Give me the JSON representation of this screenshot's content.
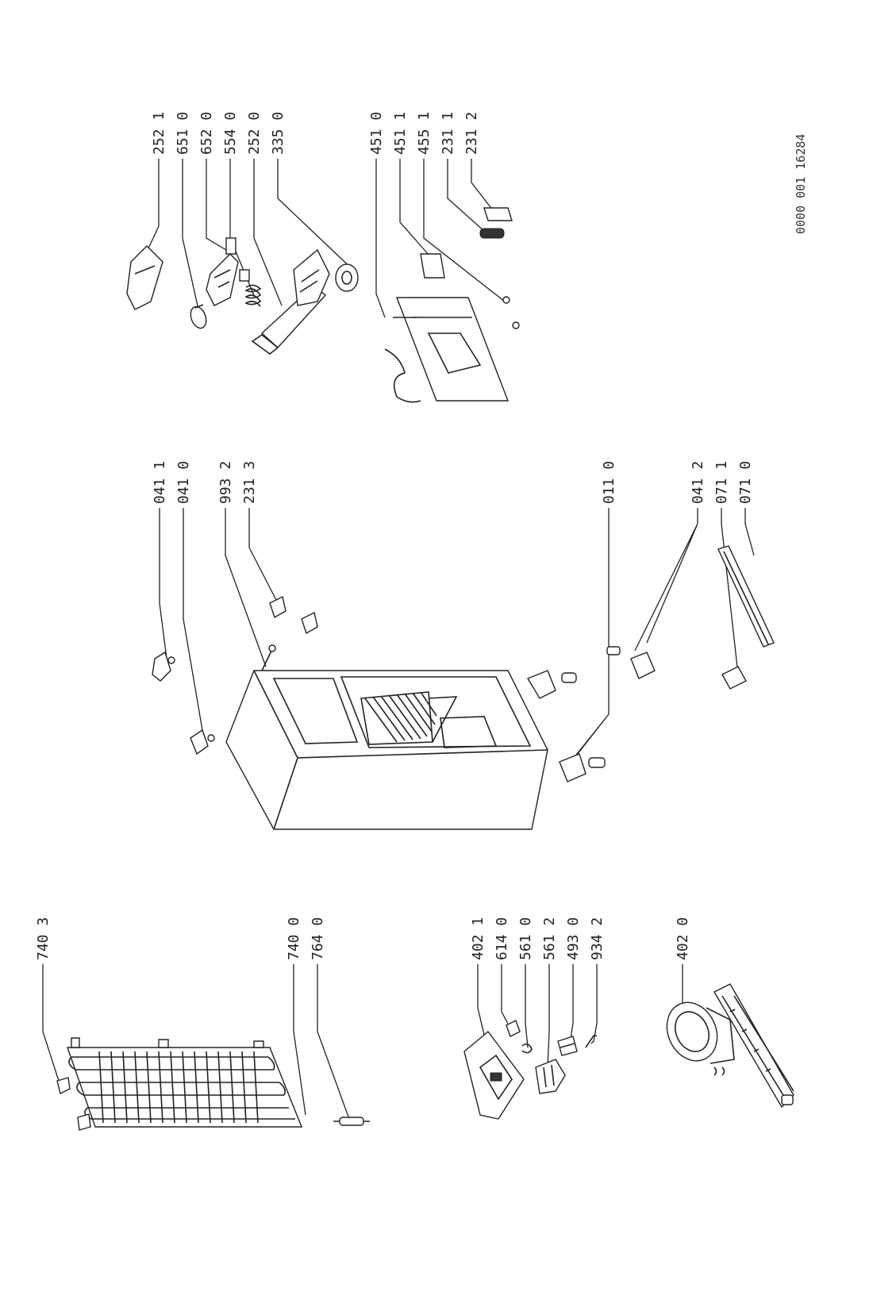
{
  "drawing_code": "0000 001  16284",
  "labels": {
    "l2521": "252 1",
    "l6510": "651 0",
    "l6520": "652 0",
    "l5540": "554 0",
    "l2520": "252 0",
    "l3350": "335 0",
    "l4510": "451 0",
    "l4511": "451 1",
    "l4551": "455 1",
    "l2311": "231 1",
    "l2312": "231 2",
    "l0411": "041 1",
    "l0410": "041 0",
    "l9932": "993 2",
    "l2313": "231 3",
    "l0110": "011 0",
    "l0412": "041 2",
    "l0711": "071 1",
    "l0710": "071 0",
    "l7403": "740 3",
    "l7400": "740 0",
    "l7640": "764 0",
    "l4021": "402 1",
    "l6140": "614 0",
    "l5610": "561 0",
    "l5612": "561 2",
    "l4930": "493 0",
    "l9342": "934 2",
    "l4020": "402 0"
  }
}
